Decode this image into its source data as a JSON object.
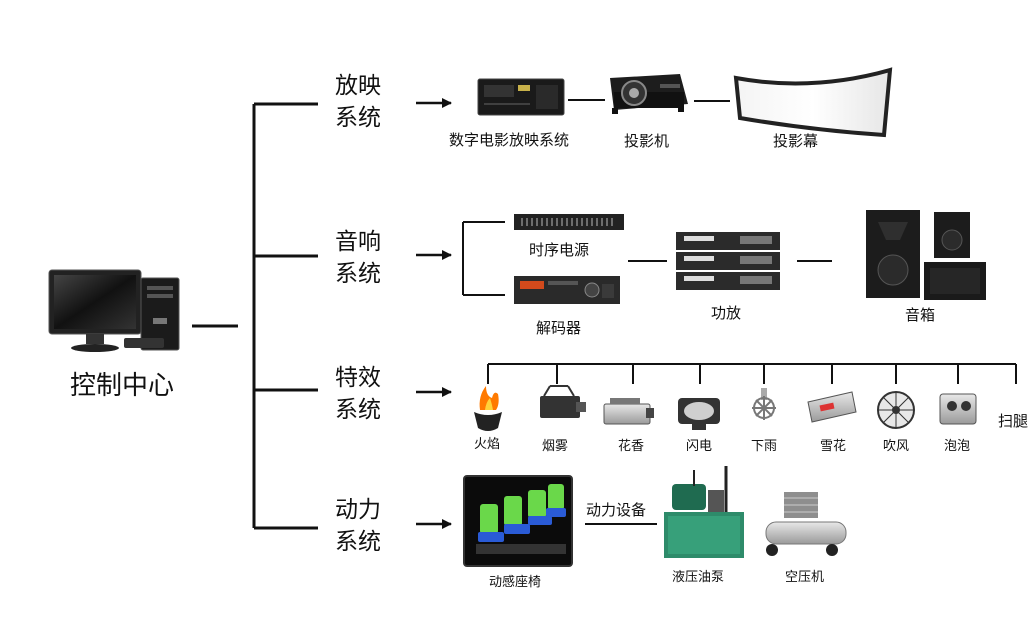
{
  "root": {
    "label": "控制中心"
  },
  "systems": [
    {
      "line1": "放映",
      "line2": "系统",
      "items": [
        "数字电影放映系统",
        "投影机",
        "投影幕"
      ]
    },
    {
      "line1": "音响",
      "line2": "系统",
      "items": [
        "时序电源",
        "解码器",
        "功放",
        "音箱"
      ]
    },
    {
      "line1": "特效",
      "line2": "系统",
      "items": [
        "火焰",
        "烟雾",
        "花香",
        "闪电",
        "下雨",
        "雪花",
        "吹风",
        "泡泡",
        "扫腿"
      ]
    },
    {
      "line1": "动力",
      "line2": "系统",
      "items": [
        "动感座椅",
        "动力设备",
        "液压油泵",
        "空压机"
      ]
    }
  ],
  "colors": {
    "line": "#111111",
    "seat_green": "#6ad84a",
    "seat_blue": "#2a5bd6",
    "pump_green": "#2e8b6a",
    "fire": "#ff7a00"
  }
}
